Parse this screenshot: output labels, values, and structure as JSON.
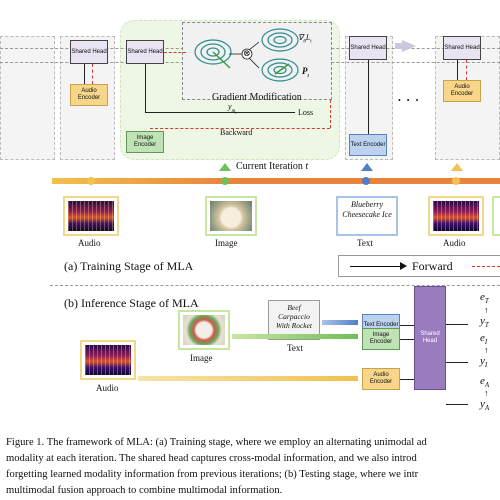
{
  "training": {
    "shared_head_label": "Shared Head",
    "audio_encoder_label": "Audio Encoder",
    "image_encoder_label": "Image Encoder",
    "text_encoder_label": "Text Encoder",
    "gradient_modification_label": "Gradient Modification",
    "backward_label": "Backward",
    "loss_label": "Loss",
    "y_m_label": "y",
    "y_m_sub": "m",
    "y_m_subsub": "t",
    "grad_label": "∇",
    "grad_theta": "θ",
    "grad_L": "L",
    "grad_t": "t",
    "p_label": "P",
    "p_sub": "t",
    "otimes": "⊗",
    "dots": "• • •",
    "current_iteration": "Current Iteration",
    "current_iteration_t": "t",
    "audio_caption": "Audio",
    "image_caption": "Image",
    "text_caption": "Text",
    "text_sample": "Blueberry Cheesecake Ice",
    "stage_title": "(a) Training Stage of MLA",
    "legend_forward": "Forward"
  },
  "inference": {
    "stage_title": "(b) Inference Stage of MLA",
    "text_sample": "Beef Carpaccio With Rocket",
    "text_caption": "Text",
    "image_caption": "Image",
    "audio_caption": "Audio",
    "text_encoder_label": "Text Encoder",
    "image_encoder_label": "Image Encoder",
    "audio_encoder_label": "Audio Encoder",
    "shared_head_label": "Shared Head",
    "outputs": [
      {
        "e": "e",
        "e_sub": "T",
        "y": "y",
        "y_sub": "T"
      },
      {
        "e": "e",
        "e_sub": "I",
        "y": "y",
        "y_sub": "I"
      },
      {
        "e": "e",
        "e_sub": "A",
        "y": "y",
        "y_sub": "A"
      }
    ]
  },
  "caption": {
    "line1": "Figure 1. The framework of MLA: (a) Training stage, where we employ an alternating unimodal ad",
    "line2": "modality at each iteration. The shared head captures cross-modal information, and we also introd",
    "line3": "forgetting learned modality information from previous iterations; (b) Testing stage, where we intr",
    "line4": "multimodal fusion approach to combine multimodal information."
  },
  "colors": {
    "audio": "#f2c14e",
    "image": "#6fbf5a",
    "text": "#4f7fc4",
    "timeline": "#e8843c",
    "shared_head": "#8e6bb3",
    "dashed_red": "#d23b2b"
  }
}
